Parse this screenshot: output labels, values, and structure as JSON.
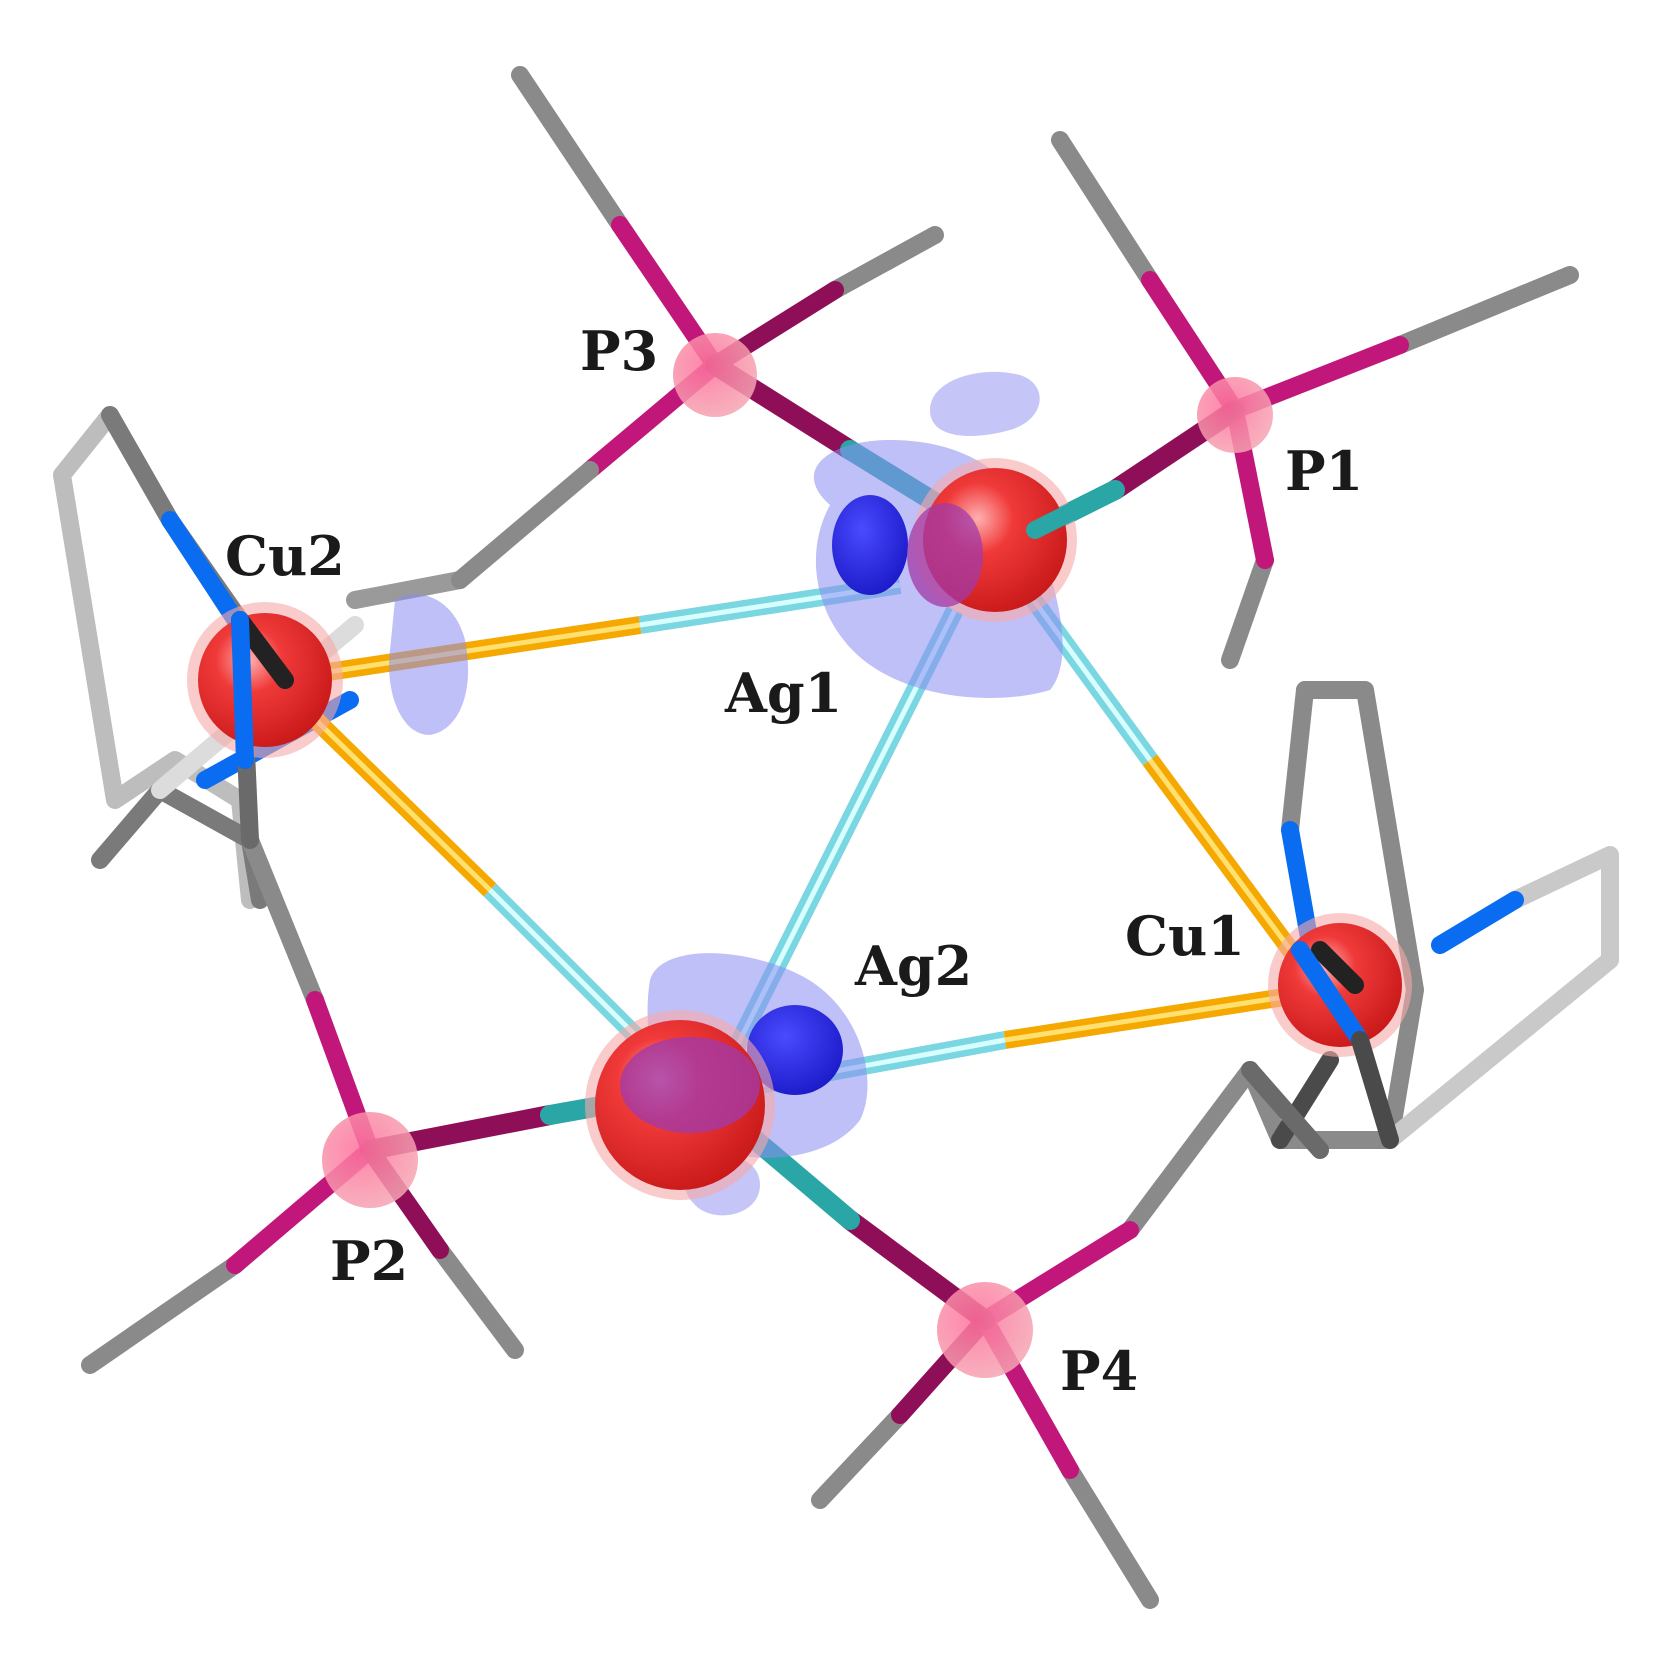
{
  "labels": {
    "P3": "P3",
    "P1": "P1",
    "Cu2": "Cu2",
    "Ag1": "Ag1",
    "Ag2": "Ag2",
    "Cu1": "Cu1",
    "P2": "P2",
    "P4": "P4"
  },
  "colors": {
    "carbon": "#8a8a8a",
    "carbon_dark": "#5e5e5e",
    "carbon_light": "#cfcfcf",
    "nitrogen": "#0a6cf0",
    "phosphorus": "#c2177a",
    "phosphorus_dark": "#8e0f58",
    "metal_red": "#ee2a2a",
    "ag_cu_bond": "#f5a800",
    "ag_ag_bond": "#8fe8f0",
    "ag_p_bond": "#2aa6a6",
    "density_lobe": "#8c8cf2",
    "density_core": "#2626dd"
  }
}
